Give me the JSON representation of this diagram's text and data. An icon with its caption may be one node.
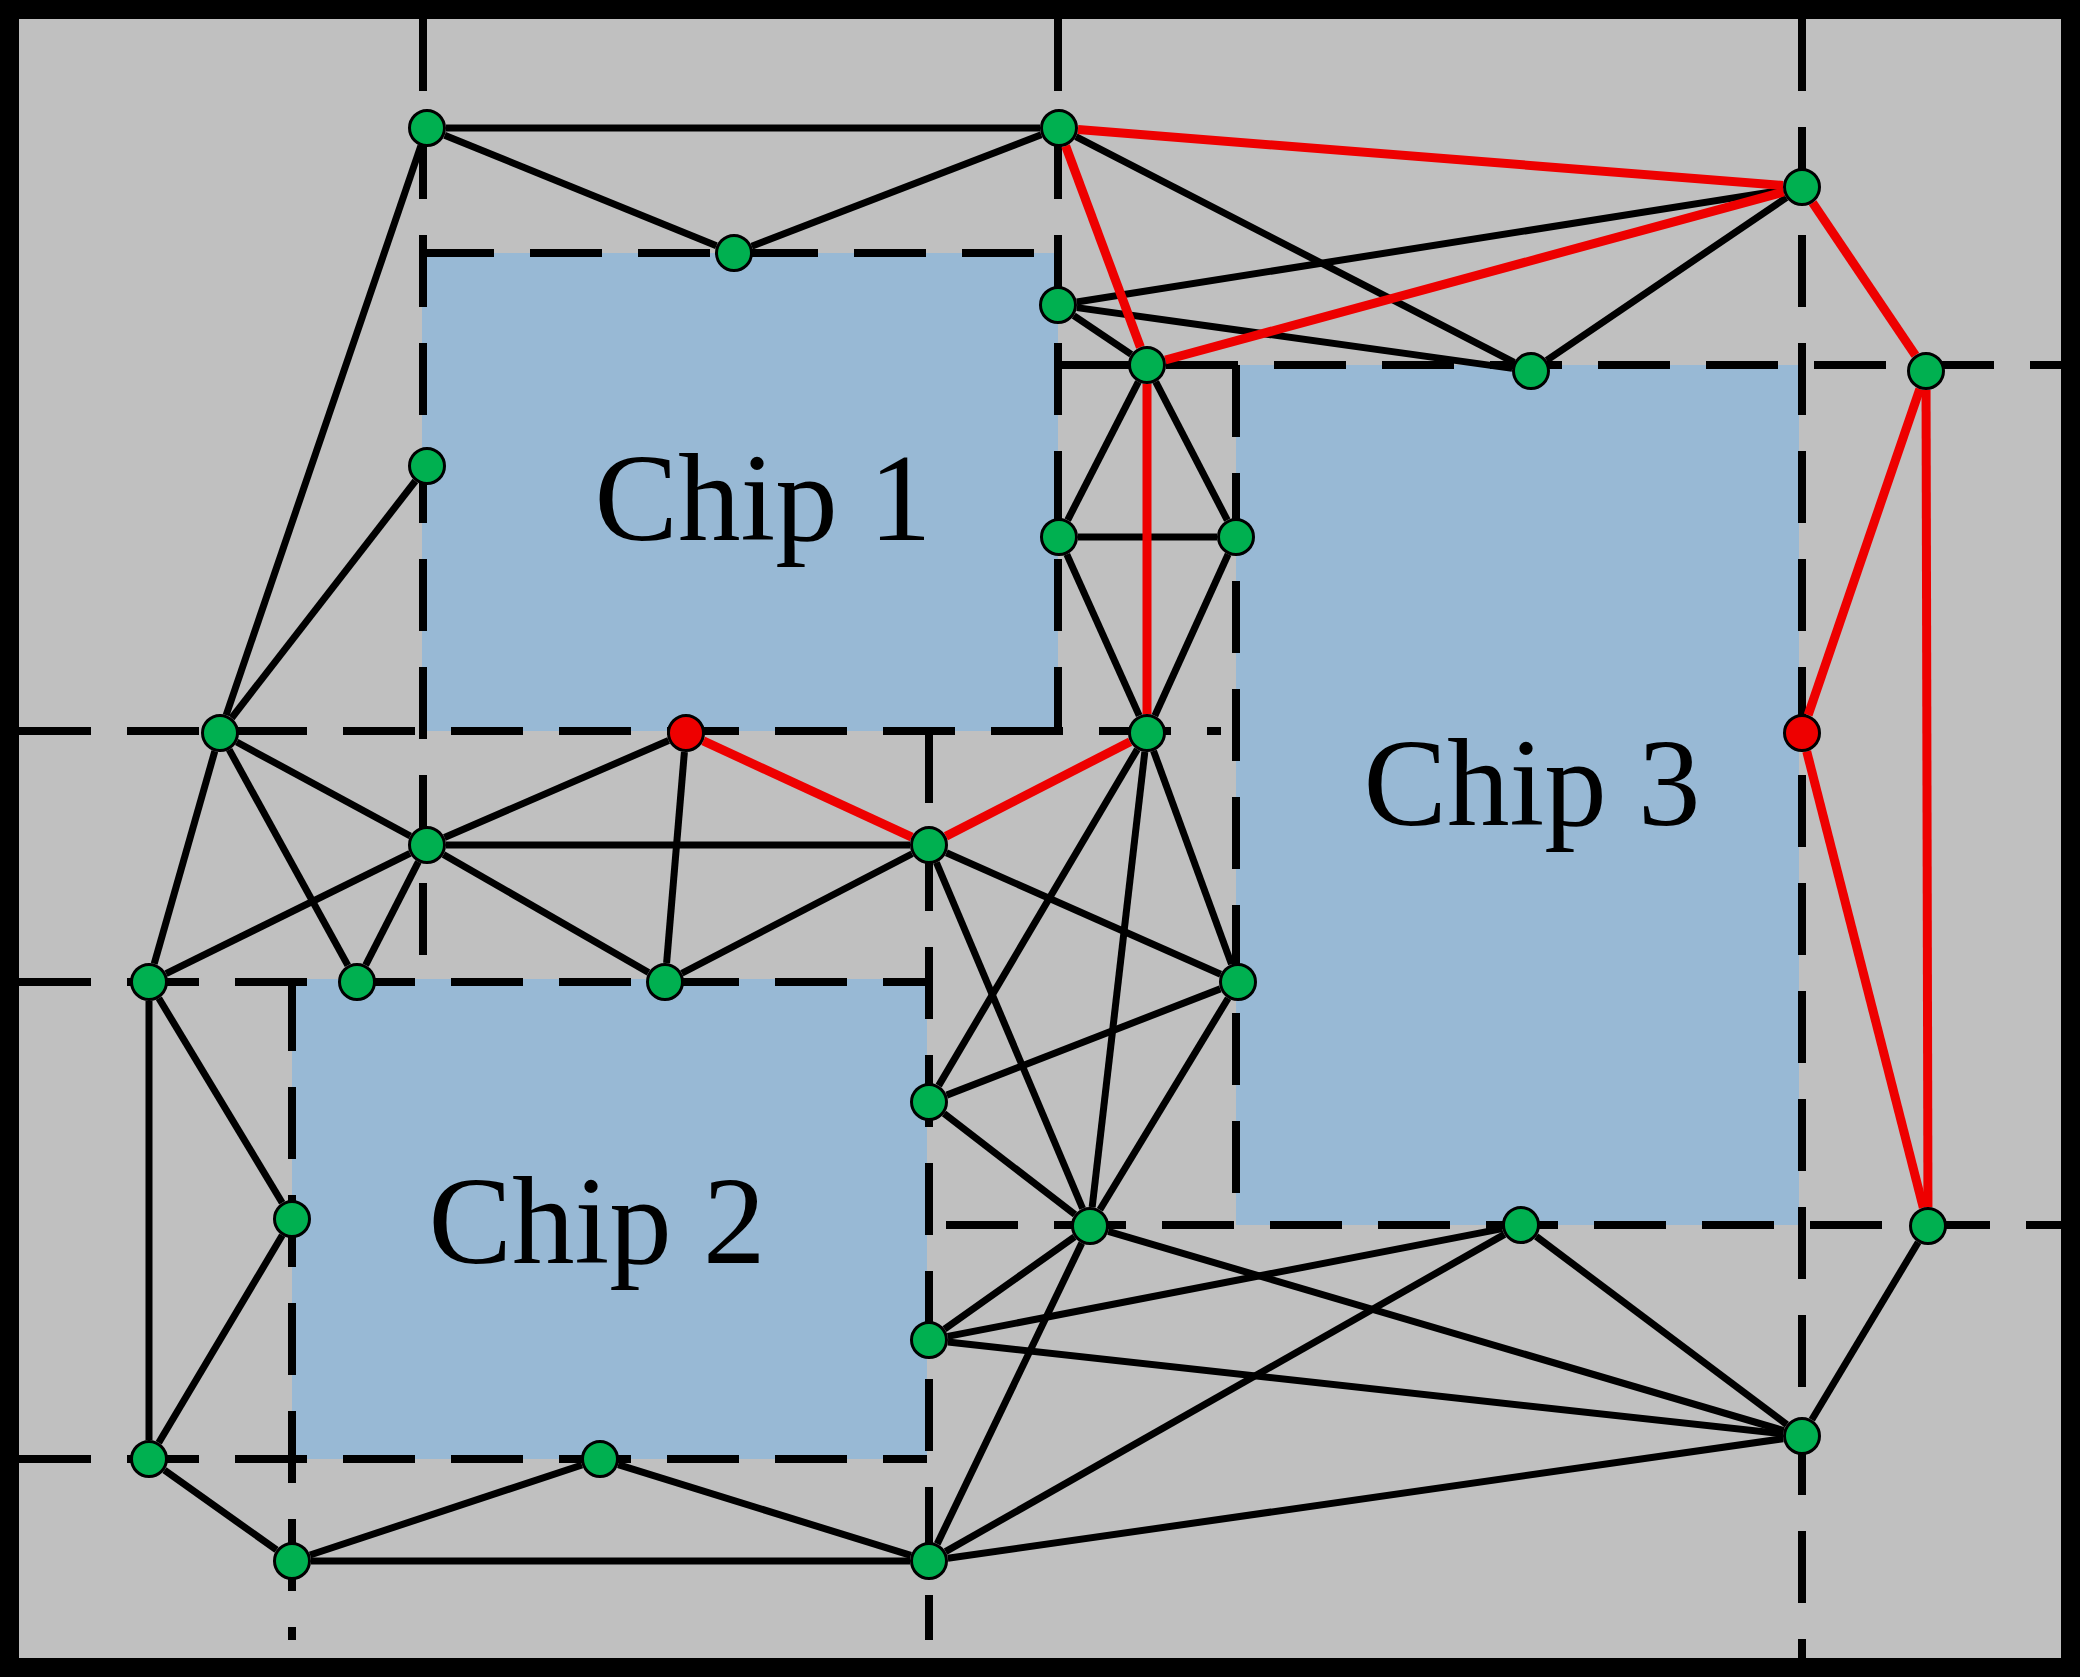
{
  "diagram": {
    "nodes": [
      {
        "text": [
          "Chip 1"
        ]
      },
      {
        "text": [
          "Chip 3"
        ]
      },
      {
        "text": [
          "Chip 2"
        ]
      },
      {
        "text": [],
        "shape": "circle"
      },
      {
        "text": [],
        "shape": "circle"
      },
      {
        "text": [],
        "shape": "circle"
      },
      {
        "text": [],
        "shape": "circle"
      },
      {
        "text": [],
        "shape": "circle"
      },
      {
        "text": [],
        "shape": "circle"
      },
      {
        "text": [],
        "shape": "circle"
      },
      {
        "text": [],
        "shape": "circle"
      },
      {
        "text": [],
        "shape": "circle"
      },
      {
        "text": [],
        "shape": "circle"
      },
      {
        "text": [],
        "shape": "circle"
      },
      {
        "text": [],
        "shape": "circle"
      },
      {
        "text": [],
        "shape": "circle"
      },
      {
        "text": [],
        "shape": "circle"
      },
      {
        "text": [],
        "shape": "circle"
      },
      {
        "text": [],
        "shape": "circle"
      },
      {
        "text": [],
        "shape": "circle"
      },
      {
        "text": [],
        "shape": "circle"
      },
      {
        "text": [],
        "shape": "circle"
      },
      {
        "text": [],
        "shape": "circle"
      },
      {
        "text": [],
        "shape": "circle"
      },
      {
        "text": [],
        "shape": "circle"
      },
      {
        "text": [],
        "shape": "circle"
      },
      {
        "text": [],
        "shape": "circle"
      },
      {
        "text": [],
        "shape": "circle"
      },
      {
        "text": [],
        "shape": "circle"
      },
      {
        "text": [],
        "shape": "circle"
      },
      {
        "text": [],
        "shape": "circle"
      },
      {
        "text": [],
        "shape": "circle"
      },
      {
        "text": [],
        "shape": "circle"
      },
      {
        "text": [],
        "shape": "circle"
      },
      {
        "text": [],
        "shape": "circle"
      }
    ],
    "edges": [
      {
        "from": 3,
        "to": 4,
        "arrow": "none"
      },
      {
        "from": 3,
        "to": 6,
        "arrow": "none"
      },
      {
        "from": 3,
        "to": 14,
        "arrow": "none"
      },
      {
        "from": 4,
        "to": 5,
        "arrow": "none",
        "color": "#ee0000"
      },
      {
        "from": 4,
        "to": 6,
        "arrow": "none"
      },
      {
        "from": 4,
        "to": 8,
        "arrow": "none",
        "color": "#ee0000"
      },
      {
        "from": 4,
        "to": 9,
        "arrow": "none"
      },
      {
        "from": 5,
        "to": 7,
        "arrow": "none"
      },
      {
        "from": 5,
        "to": 8,
        "arrow": "none",
        "color": "#ee0000"
      },
      {
        "from": 5,
        "to": 9,
        "arrow": "none"
      },
      {
        "from": 5,
        "to": 10,
        "arrow": "none",
        "color": "#ee0000"
      },
      {
        "from": 7,
        "to": 8,
        "arrow": "none"
      },
      {
        "from": 7,
        "to": 9,
        "arrow": "none"
      },
      {
        "from": 8,
        "to": 12,
        "arrow": "none"
      },
      {
        "from": 8,
        "to": 13,
        "arrow": "none"
      },
      {
        "from": 8,
        "to": 16,
        "arrow": "none",
        "color": "#ee0000"
      },
      {
        "from": 10,
        "to": 17,
        "arrow": "none",
        "color": "#ee0000"
      },
      {
        "from": 10,
        "to": 28,
        "arrow": "none",
        "color": "#ee0000"
      },
      {
        "from": 11,
        "to": 14,
        "arrow": "none"
      },
      {
        "from": 12,
        "to": 13,
        "arrow": "none"
      },
      {
        "from": 12,
        "to": 16,
        "arrow": "none"
      },
      {
        "from": 13,
        "to": 16,
        "arrow": "none"
      },
      {
        "from": 14,
        "to": 18,
        "arrow": "none"
      },
      {
        "from": 14,
        "to": 20,
        "arrow": "none"
      },
      {
        "from": 14,
        "to": 21,
        "arrow": "none"
      },
      {
        "from": 15,
        "to": 18,
        "arrow": "none"
      },
      {
        "from": 15,
        "to": 19,
        "arrow": "none",
        "color": "#ee0000"
      },
      {
        "from": 15,
        "to": 22,
        "arrow": "none"
      },
      {
        "from": 16,
        "to": 19,
        "arrow": "none",
        "color": "#ee0000"
      },
      {
        "from": 16,
        "to": 23,
        "arrow": "none"
      },
      {
        "from": 16,
        "to": 24,
        "arrow": "none"
      },
      {
        "from": 16,
        "to": 26,
        "arrow": "none"
      },
      {
        "from": 17,
        "to": 28,
        "arrow": "none",
        "color": "#ee0000"
      },
      {
        "from": 18,
        "to": 19,
        "arrow": "none"
      },
      {
        "from": 18,
        "to": 20,
        "arrow": "none"
      },
      {
        "from": 18,
        "to": 21,
        "arrow": "none"
      },
      {
        "from": 18,
        "to": 22,
        "arrow": "none"
      },
      {
        "from": 19,
        "to": 22,
        "arrow": "none"
      },
      {
        "from": 19,
        "to": 23,
        "arrow": "none"
      },
      {
        "from": 19,
        "to": 26,
        "arrow": "none"
      },
      {
        "from": 20,
        "to": 25,
        "arrow": "none"
      },
      {
        "from": 20,
        "to": 30,
        "arrow": "none"
      },
      {
        "from": 23,
        "to": 24,
        "arrow": "none"
      },
      {
        "from": 23,
        "to": 26,
        "arrow": "none"
      },
      {
        "from": 24,
        "to": 26,
        "arrow": "none"
      },
      {
        "from": 25,
        "to": 30,
        "arrow": "none"
      },
      {
        "from": 26,
        "to": 29,
        "arrow": "none"
      },
      {
        "from": 26,
        "to": 32,
        "arrow": "none"
      },
      {
        "from": 26,
        "to": 34,
        "arrow": "none"
      },
      {
        "from": 27,
        "to": 29,
        "arrow": "none"
      },
      {
        "from": 27,
        "to": 32,
        "arrow": "none"
      },
      {
        "from": 27,
        "to": 34,
        "arrow": "none"
      },
      {
        "from": 28,
        "to": 32,
        "arrow": "none"
      },
      {
        "from": 29,
        "to": 32,
        "arrow": "none"
      },
      {
        "from": 30,
        "to": 33,
        "arrow": "none"
      },
      {
        "from": 31,
        "to": 33,
        "arrow": "none"
      },
      {
        "from": 31,
        "to": 34,
        "arrow": "none"
      },
      {
        "from": 32,
        "to": 34,
        "arrow": "none"
      },
      {
        "from": 33,
        "to": 34,
        "arrow": "none"
      }
    ]
  }
}
